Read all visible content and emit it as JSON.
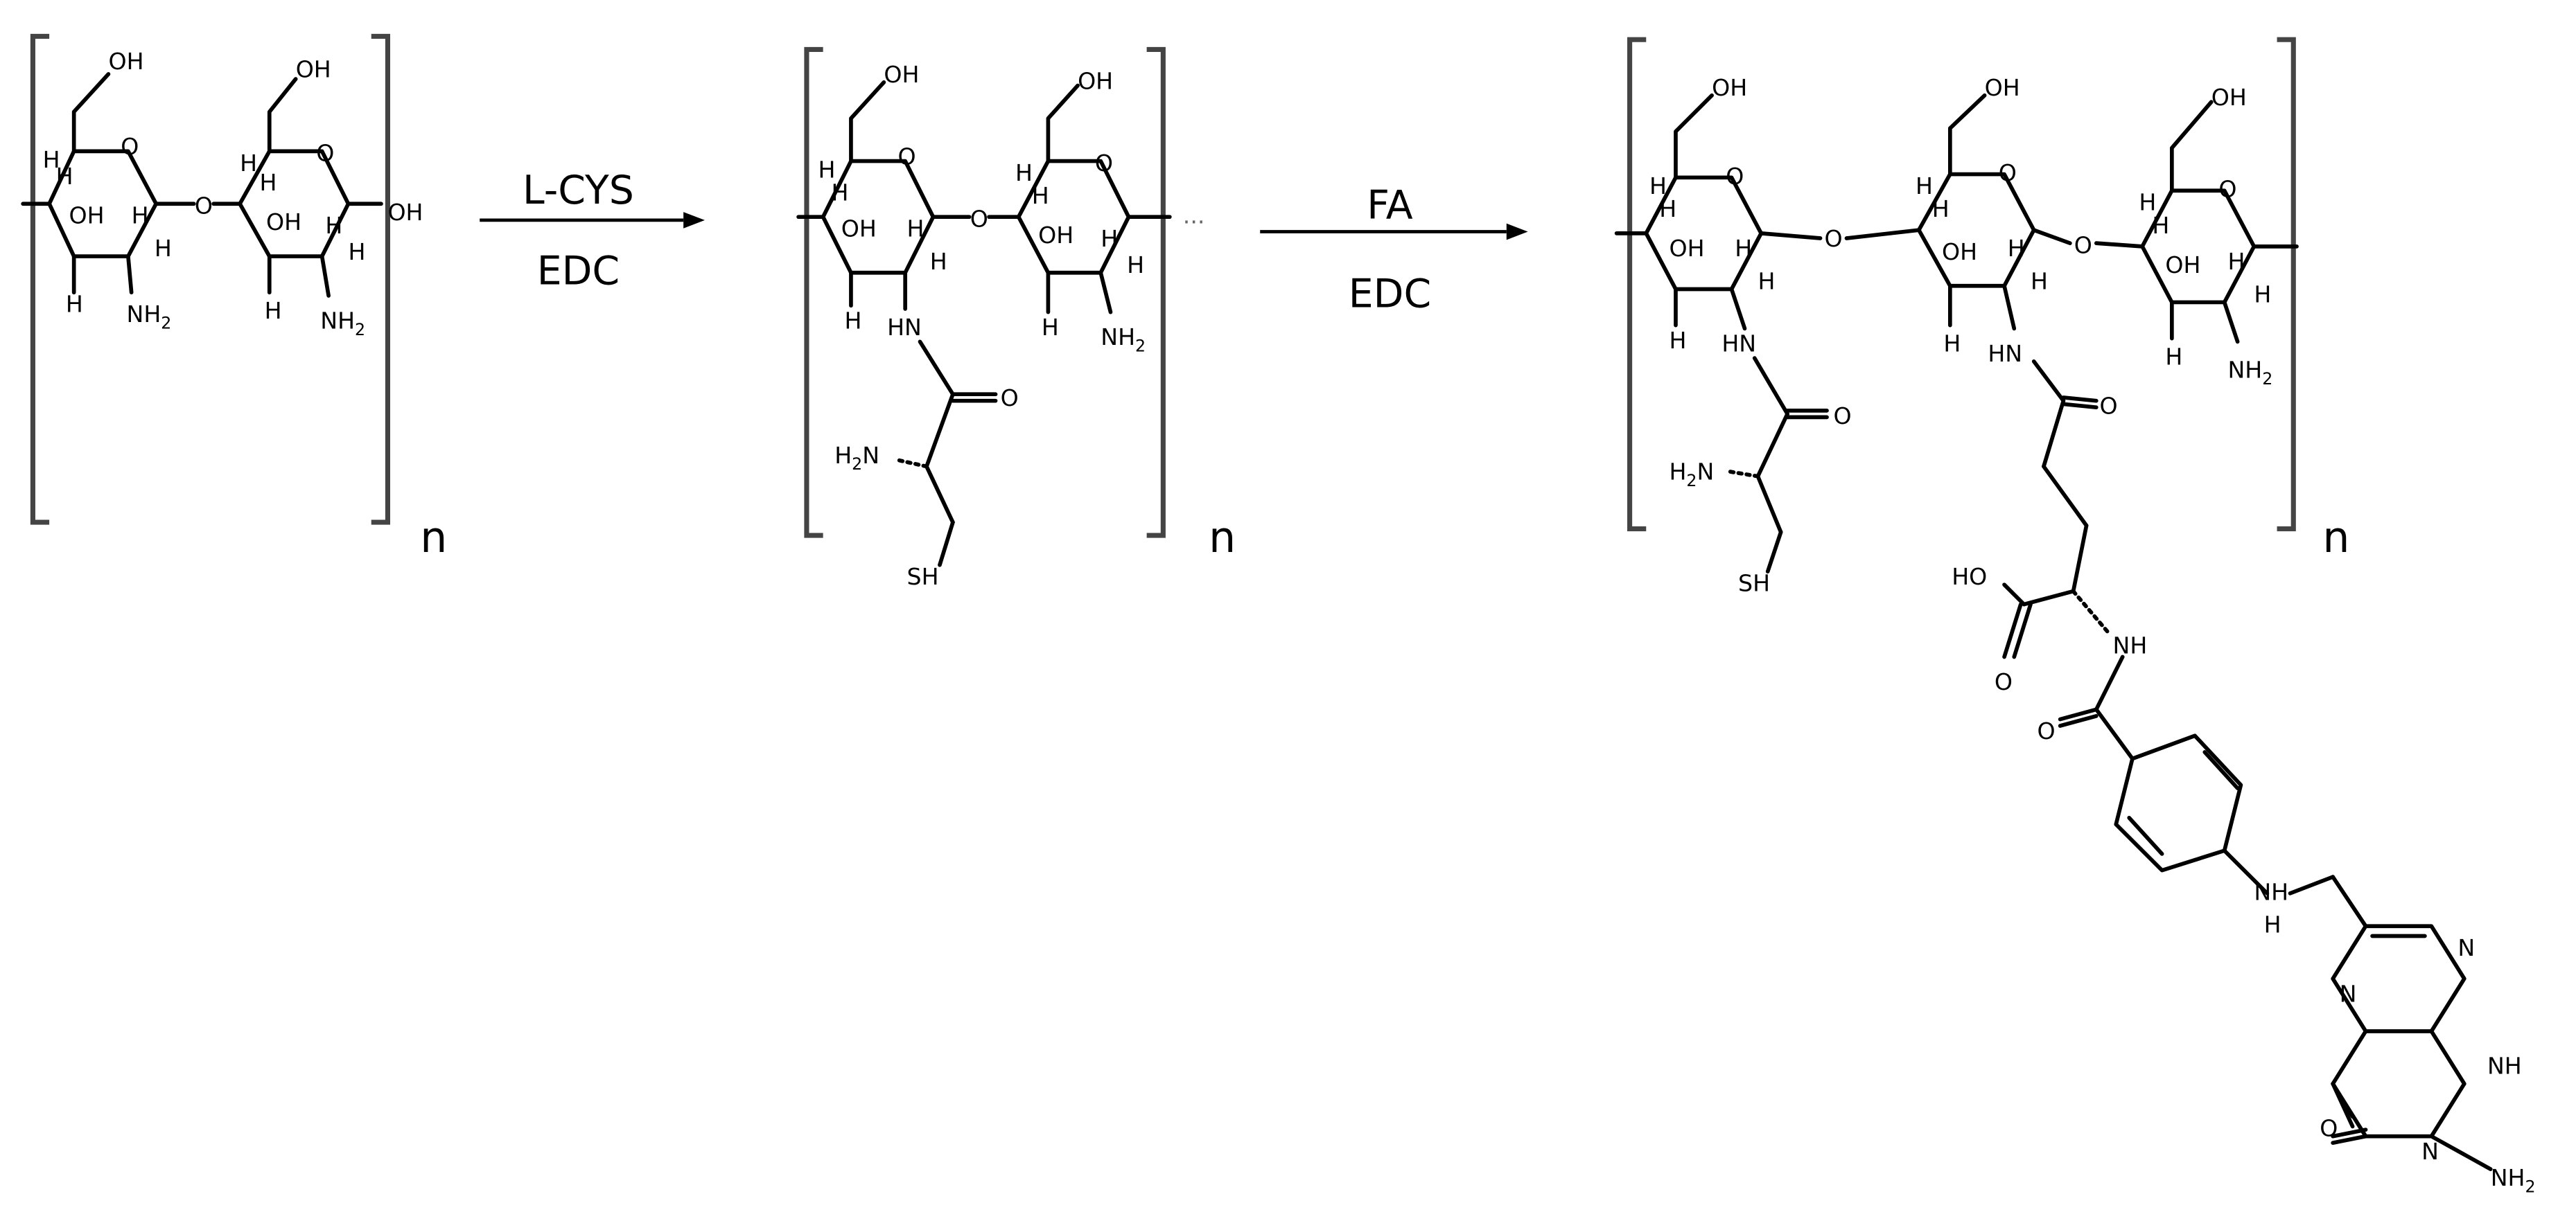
{
  "reaction": {
    "step1": {
      "reagent": "L-CYS",
      "catalyst": "EDC"
    },
    "step2": {
      "reagent": "FA",
      "catalyst": "EDC"
    }
  },
  "repeat_label": "n",
  "structure_labels": {
    "hydroxyl": "OH",
    "hydrogen": "H",
    "ring_oxygen": "O",
    "amine": "NH",
    "amino": "NH",
    "amino_sub": "2",
    "amino_left_prefix": "H",
    "amino_left_sub": "2",
    "amino_left_suffix": "N",
    "imine": "HN",
    "amide_o": "O",
    "thiol": "SH",
    "acid": "HO",
    "ring_n": "N",
    "terminal_dots": "···"
  }
}
